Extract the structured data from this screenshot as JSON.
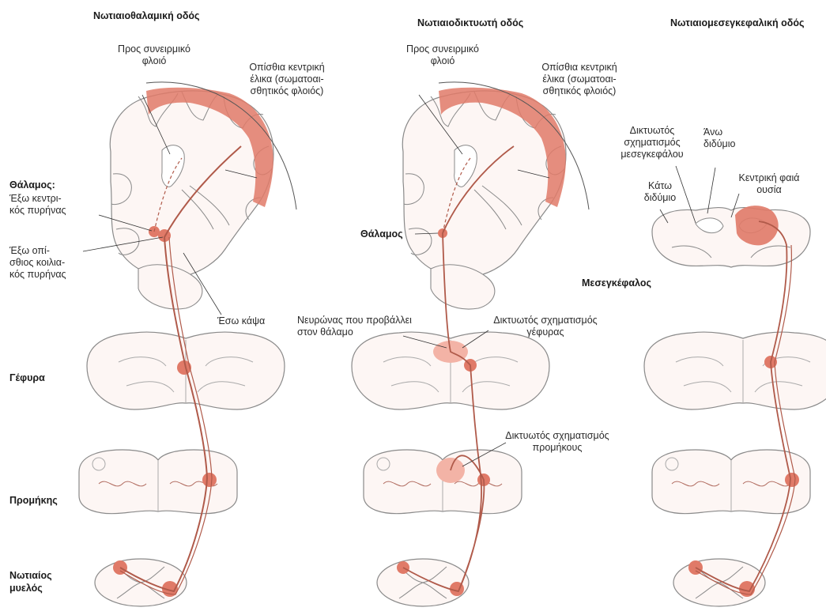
{
  "titles": {
    "left": "Νωτιαιοθαλαμική οδός",
    "middle": "Νωτιαιοδικτυωτή οδός",
    "right": "Νωτιαιομεσεγκεφαλική οδός"
  },
  "left_labels": {
    "cortex_target": "Προς συνειρμικό\nφλοιό",
    "postcentral": "Οπίσθια κεντρική\nέλικα (σωματοαι-\nσθητικός φλοιός)",
    "thalamus": "Θάλαμος:",
    "centrolateral": "Έξω κεντρι-\nκός πυρήνας",
    "vpl": "Έξω οπί-\nσθιος κοιλια-\nκός πυρήνας",
    "internal_capsule": "Έσω κάψα",
    "pons": "Γέφυρα",
    "medulla": "Προμήκης",
    "spinal_cord": "Νωτιαίος\nμυελός"
  },
  "middle_labels": {
    "cortex_target": "Προς συνειρμικό\nφλοιό",
    "postcentral": "Οπίσθια κεντρική\nέλικα (σωματοαι-\nσθητικός φλοιός)",
    "thalamus": "Θάλαμος",
    "projecting_neuron": "Νευρώνας που προβάλλει\nστον θάλαμο",
    "pontine_rf": "Δικτυωτός σχηματισμός\nγέφυρας",
    "medullary_rf": "Δικτυωτός σχηματισμός\nπρομήκους"
  },
  "right_labels": {
    "midbrain_rf": "Δικτυωτός\nσχηματισμός\nμεσεγκεφάλου",
    "superior_colliculus": "Άνω\nδιδύμιο",
    "pag": "Κεντρική φαιά\nουσία",
    "inferior_colliculus": "Κάτω\nδιδύμιο",
    "midbrain": "Μεσεγκέφαλος"
  },
  "colors": {
    "highlight": "#e07a68",
    "highlight_light": "#f5c9bf",
    "outline": "#8a8a8a",
    "tract": "#b05a4a"
  },
  "icons": {
    "brain": "coronal-brain-section",
    "pons": "pons-cross-section",
    "medulla": "medulla-cross-section",
    "cord": "spinal-cord-cross-section",
    "midbrain": "midbrain-cross-section"
  }
}
